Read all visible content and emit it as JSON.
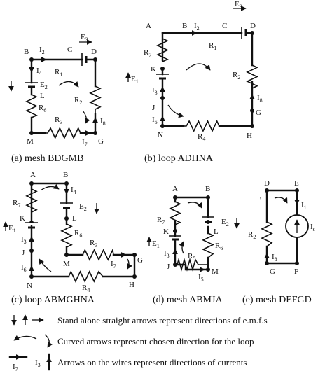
{
  "figure": {
    "panels": [
      {
        "caption": "(a) mesh BDGMB",
        "labels": {
          "B": "B",
          "C": "C",
          "D": "D",
          "L": "L",
          "M": "M",
          "G": "G",
          "I2": "I",
          "I2s": "2",
          "R1": "R",
          "R1s": "1",
          "E3": "E",
          "E3s": "3",
          "I4": "I",
          "I4s": "4",
          "E2": "E",
          "E2s": "2",
          "R2": "R",
          "R2s": "2",
          "R6": "R",
          "R6s": "6",
          "R3": "R",
          "R3s": "3",
          "I8": "I",
          "I8s": "8",
          "I7": "I",
          "I7s": "7"
        }
      },
      {
        "caption": "(b) loop ADHNA",
        "labels": {
          "A": "A",
          "B": "B",
          "C": "C",
          "D": "D",
          "K": "K",
          "J": "J",
          "N": "N",
          "G": "G",
          "H": "H",
          "I2": "I",
          "I2s": "2",
          "R1": "R",
          "R1s": "1",
          "E3": "E",
          "E3s": "3",
          "R7": "R",
          "R7s": "7",
          "E1": "E",
          "E1s": "1",
          "I3": "I",
          "I3s": "3",
          "I6": "I",
          "I6s": "6",
          "R2": "R",
          "R2s": "2",
          "I8": "I",
          "I8s": "8",
          "R4": "R",
          "R4s": "4"
        }
      },
      {
        "caption": "(c) loop ABMGHNA",
        "labels": {
          "A": "A",
          "B": "B",
          "K": "K",
          "L": "L",
          "J": "J",
          "M": "M",
          "N": "N",
          "G": "G",
          "H": "H",
          "R7": "R",
          "R7s": "7",
          "E1": "E",
          "E1s": "1",
          "I3": "I",
          "I3s": "3",
          "I6": "I",
          "I6s": "6",
          "I4": "I",
          "I4s": "4",
          "E2": "E",
          "E2s": "2",
          "R6": "R",
          "R6s": "6",
          "R3": "R",
          "R3s": "3",
          "I7": "I",
          "I7s": "7",
          "R4": "R",
          "R4s": "4"
        }
      },
      {
        "caption": "(d) mesh ABMJA",
        "labels": {
          "A": "A",
          "B": "B",
          "K": "K",
          "L": "L",
          "J": "J",
          "M": "M",
          "R7": "R",
          "R7s": "7",
          "E1": "E",
          "E1s": "1",
          "I3": "I",
          "I3s": "3",
          "E2": "E",
          "E2s": "2",
          "R6": "R",
          "R6s": "6",
          "R5": "R",
          "R5s": "5",
          "I5": "I",
          "I5s": "5"
        }
      },
      {
        "caption": "(e) mesh DEFGD",
        "labels": {
          "D": "D",
          "E": "E",
          "F": "F",
          "G": "G",
          "R2": "R",
          "R2s": "2",
          "I8": "I",
          "I8s": "8",
          "I1": "I",
          "I1s": "1",
          "Is": "I",
          "Iss": "s",
          "mark": "'"
        }
      }
    ],
    "legend": [
      {
        "text": "Stand alone straight arrows represent directions of e.m.f.s"
      },
      {
        "text": "Curved arrows  represent chosen direction for the loop"
      },
      {
        "text": "Arrows on the wires represent directions of currents",
        "i7": "I",
        "i7s": "7",
        "i3": "I",
        "i3s": "3"
      }
    ]
  }
}
